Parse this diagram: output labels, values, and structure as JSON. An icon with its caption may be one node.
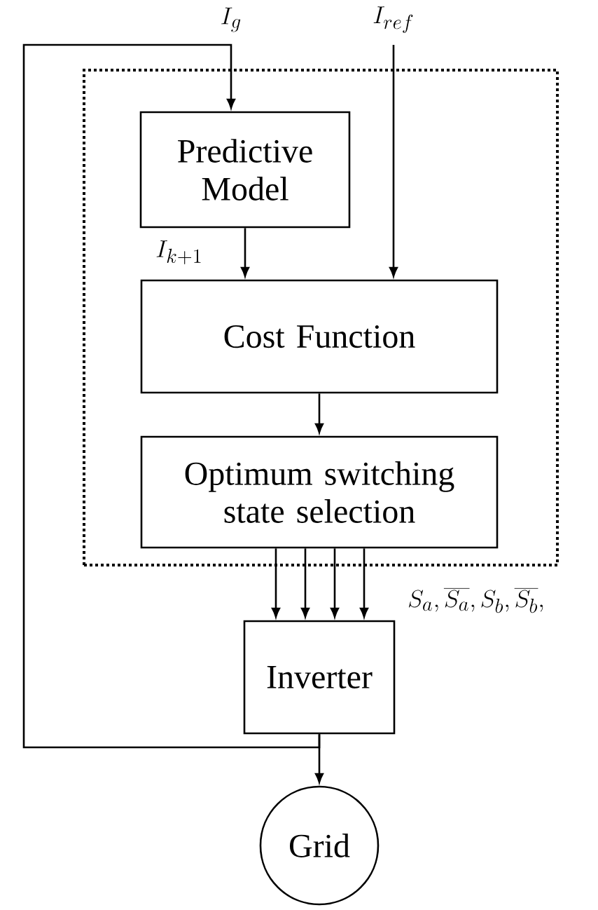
{
  "diagram": {
    "nodes": [
      {
        "text": [],
        "shape": "box"
      },
      {
        "text": [
          "Predictive Model"
        ],
        "in": 0
      },
      {
        "text": [
          "Cost Function"
        ],
        "in": 0
      },
      {
        "text": [
          "Optimum switching state selection"
        ],
        "in": 0
      },
      {
        "text": [
          "Inverter"
        ]
      },
      {
        "text": [
          "Grid"
        ]
      }
    ],
    "edges": [
      {
        "from": 4,
        "to": 1,
        "arrow": "to",
        "label": "I_g"
      },
      {
        "from": null,
        "to": 2,
        "arrow": "to",
        "label": "I_{ref}"
      },
      {
        "from": 1,
        "to": 2,
        "arrow": "to",
        "label": "I_{k+1}"
      },
      {
        "from": 2,
        "to": 3,
        "arrow": "to"
      },
      {
        "from": 3,
        "to": 4,
        "arrow": "to"
      },
      {
        "from": 3,
        "to": 4,
        "arrow": "to"
      },
      {
        "from": 3,
        "to": 4,
        "arrow": "to"
      },
      {
        "from": 3,
        "to": 4,
        "arrow": "to"
      },
      {
        "from": 4,
        "to": 5,
        "arrow": "to"
      }
    ],
    "labels": [
      "S_a, \\overline{S_a}, S_b, \\overline{S_b},"
    ]
  }
}
